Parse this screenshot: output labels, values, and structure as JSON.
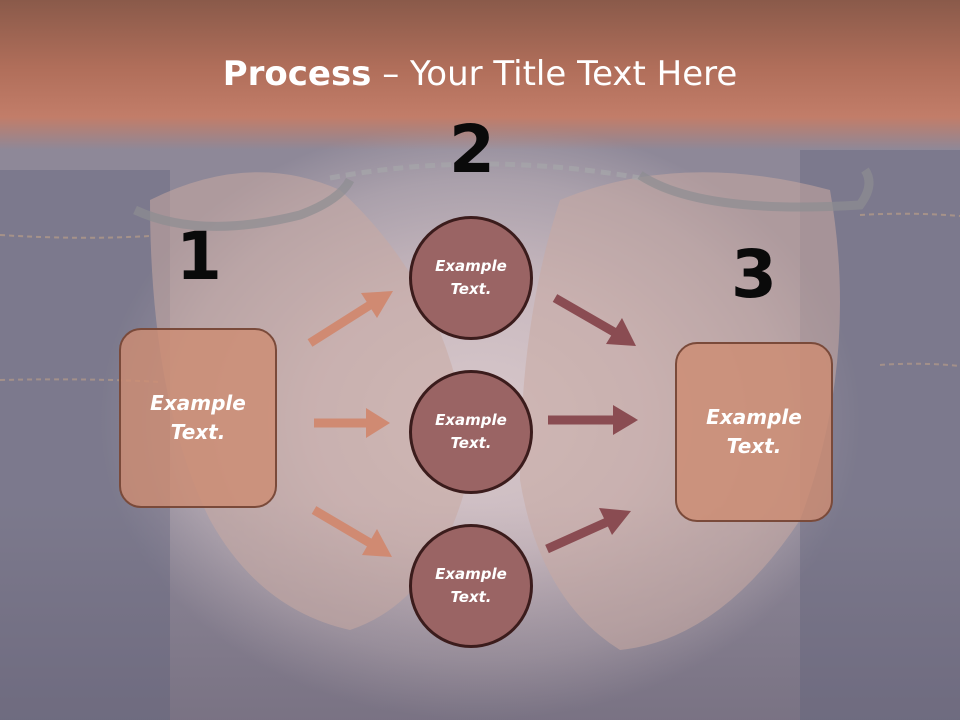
{
  "title": {
    "strong": "Process",
    "rest": " – Your Title Text Here"
  },
  "steps": [
    {
      "number": "1",
      "text_line1": "Example",
      "text_line2": "Text."
    },
    {
      "number": "2"
    },
    {
      "number": "3",
      "text_line1": "Example",
      "text_line2": "Text."
    }
  ],
  "circles": [
    {
      "text_line1": "Example",
      "text_line2": "Text."
    },
    {
      "text_line1": "Example",
      "text_line2": "Text."
    },
    {
      "text_line1": "Example",
      "text_line2": "Text."
    }
  ],
  "colors": {
    "title_band": "#b06e5a",
    "box_fill": "#cd8c73",
    "circle_fill": "#9a6464",
    "circle_border": "#3b1c1c",
    "arrow_left": "#d08a72",
    "arrow_right": "#8a4c52"
  }
}
